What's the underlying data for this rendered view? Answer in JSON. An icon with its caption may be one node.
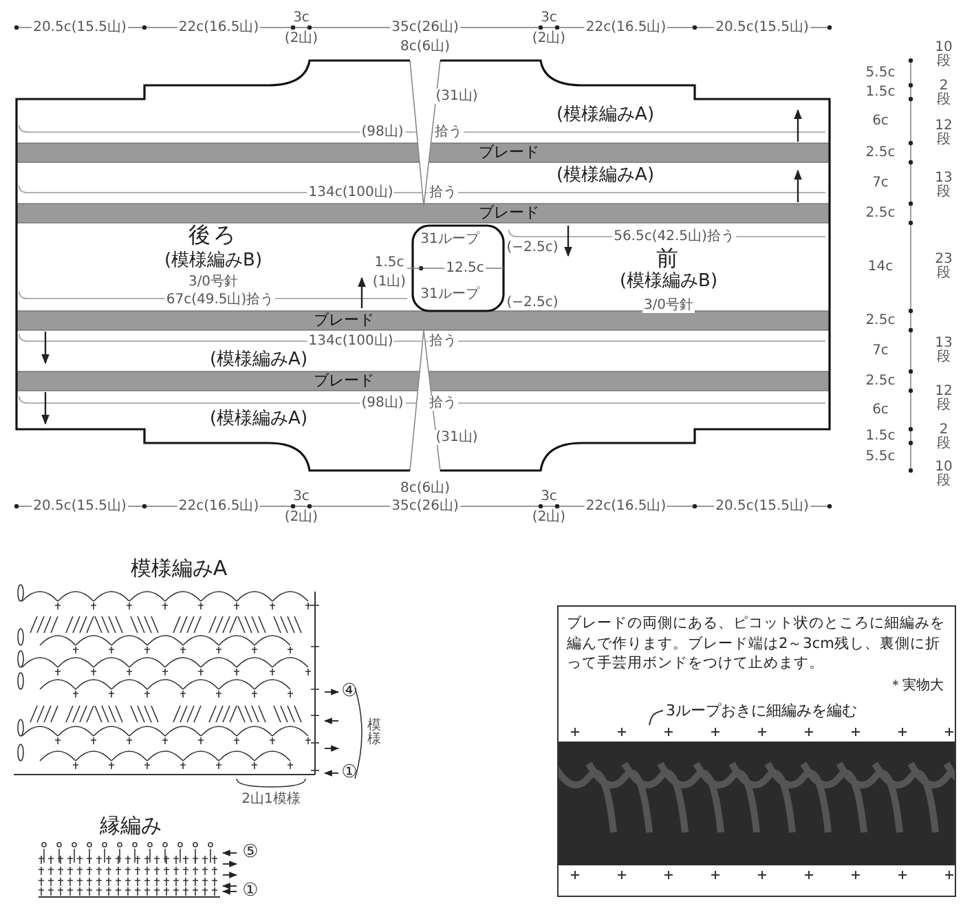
{
  "diagram": {
    "nodes": [
      {
        "text": [
          "ブレードの両側にある、ピコット状のところに細編みを編んで作ります。ブレード端は2～3cm残し、裏側に折って手芸用ボンドをつけて止めます。",
          "＊実物大"
        ]
      },
      {
        "text": [
          "3ループおきに細編みを編む"
        ],
        "in": 0
      },
      {
        "text": [],
        "shape": "picture",
        "in": 0
      }
    ],
    "edges": [
      {
        "from": 1,
        "to": 2,
        "arrow": "none"
      }
    ],
    "labels": [
      "20.5c(15.5山)",
      "22c(16.5山)",
      "3c",
      "(2山)",
      "35c(26山)",
      "3c",
      "(2山)",
      "22c(16.5山)",
      "20.5c(15.5山)",
      "8c(6山)",
      "10段",
      "5.5c",
      "(31山)",
      "1.5c",
      "2段",
      "(模様編みA)",
      "6c",
      "12段",
      "(98山)",
      "拾う",
      "2.5c",
      "ブレード",
      "7c",
      "(模様編みA)",
      "13段",
      "134c(100山)",
      "拾う",
      "2.5c",
      "ブレード",
      "後ろ",
      "31ループ",
      "(−2.5c)",
      "56.5c(42.5山)拾う",
      "(模様編みB)",
      "1.5c",
      "12.5c",
      "前",
      "14c",
      "23段",
      "3/0号針",
      "(1山)",
      "(模様編みB)",
      "67c(49.5山)拾う",
      "31ループ",
      "(−2.5c)",
      "3/0号針",
      "ブレード",
      "2.5c",
      "134c(100山)",
      "拾う",
      "7c",
      "13段",
      "(模様編みA)",
      "ブレード",
      "2.5c",
      "12段",
      "(98山)",
      "拾う",
      "6c",
      "(模様編みA)",
      "(31山)",
      "1.5c",
      "2段",
      "5.5c",
      "10段",
      "8c(6山)",
      "20.5c(15.5山)",
      "22c(16.5山)",
      "3c",
      "(2山)",
      "35c(26山)",
      "3c",
      "(2山)",
      "22c(16.5山)",
      "20.5c(15.5山)",
      "模様編みA",
      "④",
      "模様",
      "①",
      "2山1模様",
      "縁編み",
      "⑤",
      "①"
    ]
  }
}
